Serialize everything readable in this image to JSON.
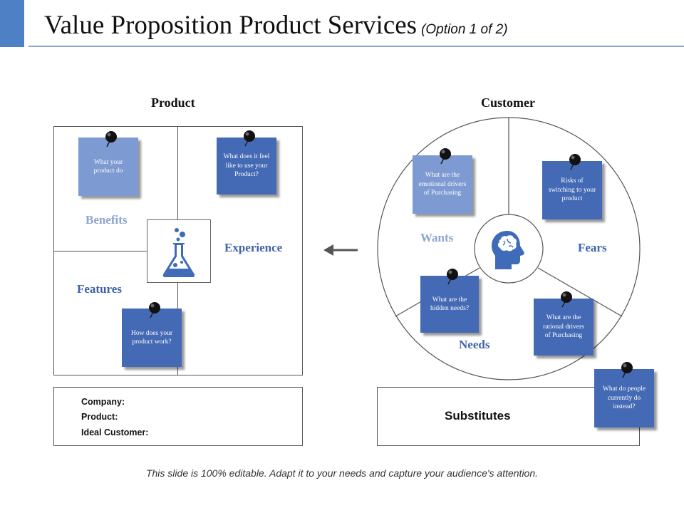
{
  "title": {
    "main": "Value Proposition Product Services",
    "sub": "(Option 1 of 2)"
  },
  "product": {
    "heading": "Product",
    "labels": {
      "benefits": "Benefits",
      "experience": "Experience",
      "features": "Features"
    },
    "notes": {
      "what_do": "What your product do",
      "feel_like": "What does it feel like to use your Product?",
      "how_work": "How does your product work?"
    },
    "info": {
      "company": "Company:",
      "product": "Product:",
      "ideal_customer": "Ideal Customer:"
    }
  },
  "customer": {
    "heading": "Customer",
    "labels": {
      "wants": "Wants",
      "fears": "Fears",
      "needs": "Needs"
    },
    "notes": {
      "emotional": "What are the emotional drivers of Purchasing",
      "risks": "Risks of switching to your product",
      "hidden": "What are the hidden needs?",
      "rational": "What are the rational drivers of Purchasing",
      "instead": "What do people currently do instead?"
    },
    "substitutes": "Substitutes"
  },
  "footer": "This slide is 100% editable. Adapt it to your needs and capture your audience's attention.",
  "colors": {
    "accent": "#4d80c4",
    "note_light": "#7d9ad2",
    "note_dark": "#4469b5",
    "label_light": "#8ca5cf",
    "label_dark": "#3f62a8"
  },
  "icons": [
    "flask-icon",
    "head-brain-icon",
    "arrow-left-icon",
    "pushpin-icon"
  ]
}
